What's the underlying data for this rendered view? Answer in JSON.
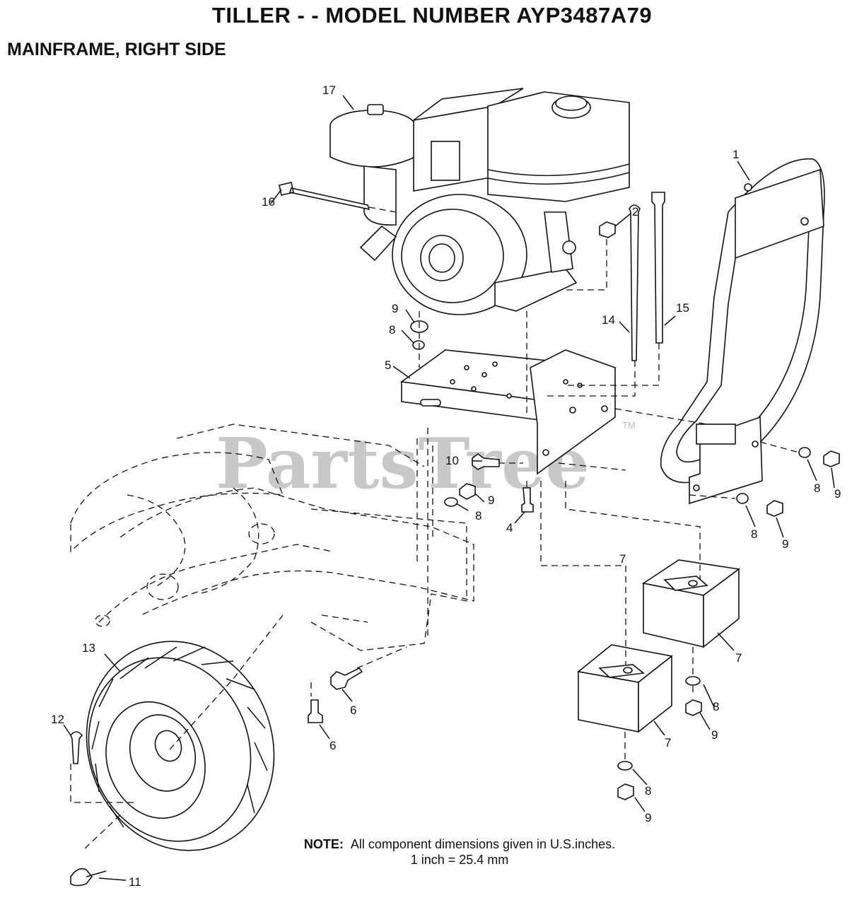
{
  "title": "TILLER - - MODEL NUMBER AYP3487A79",
  "subtitle": "MAINFRAME, RIGHT SIDE",
  "watermark": {
    "text": "PartsTree",
    "trademark": "TM"
  },
  "callouts": {
    "c1": "1",
    "c2": "2",
    "c4": "4",
    "c5": "5",
    "c6a": "6",
    "c6b": "6",
    "c7a": "7",
    "c7b": "7",
    "c7c": "7",
    "c8a": "8",
    "c8b": "8",
    "c8c": "8",
    "c8d": "8",
    "c8e": "8",
    "c8f": "8",
    "c9a": "9",
    "c9b": "9",
    "c9c": "9",
    "c9d": "9",
    "c9e": "9",
    "c9f": "9",
    "c10": "10",
    "c11": "11",
    "c12": "12",
    "c13": "13",
    "c14": "14",
    "c15": "15",
    "c16": "16",
    "c17": "17"
  },
  "note": {
    "label": "NOTE:",
    "line1": "All component dimensions given in U.S.inches.",
    "line2": "1 inch = 25.4 mm"
  }
}
